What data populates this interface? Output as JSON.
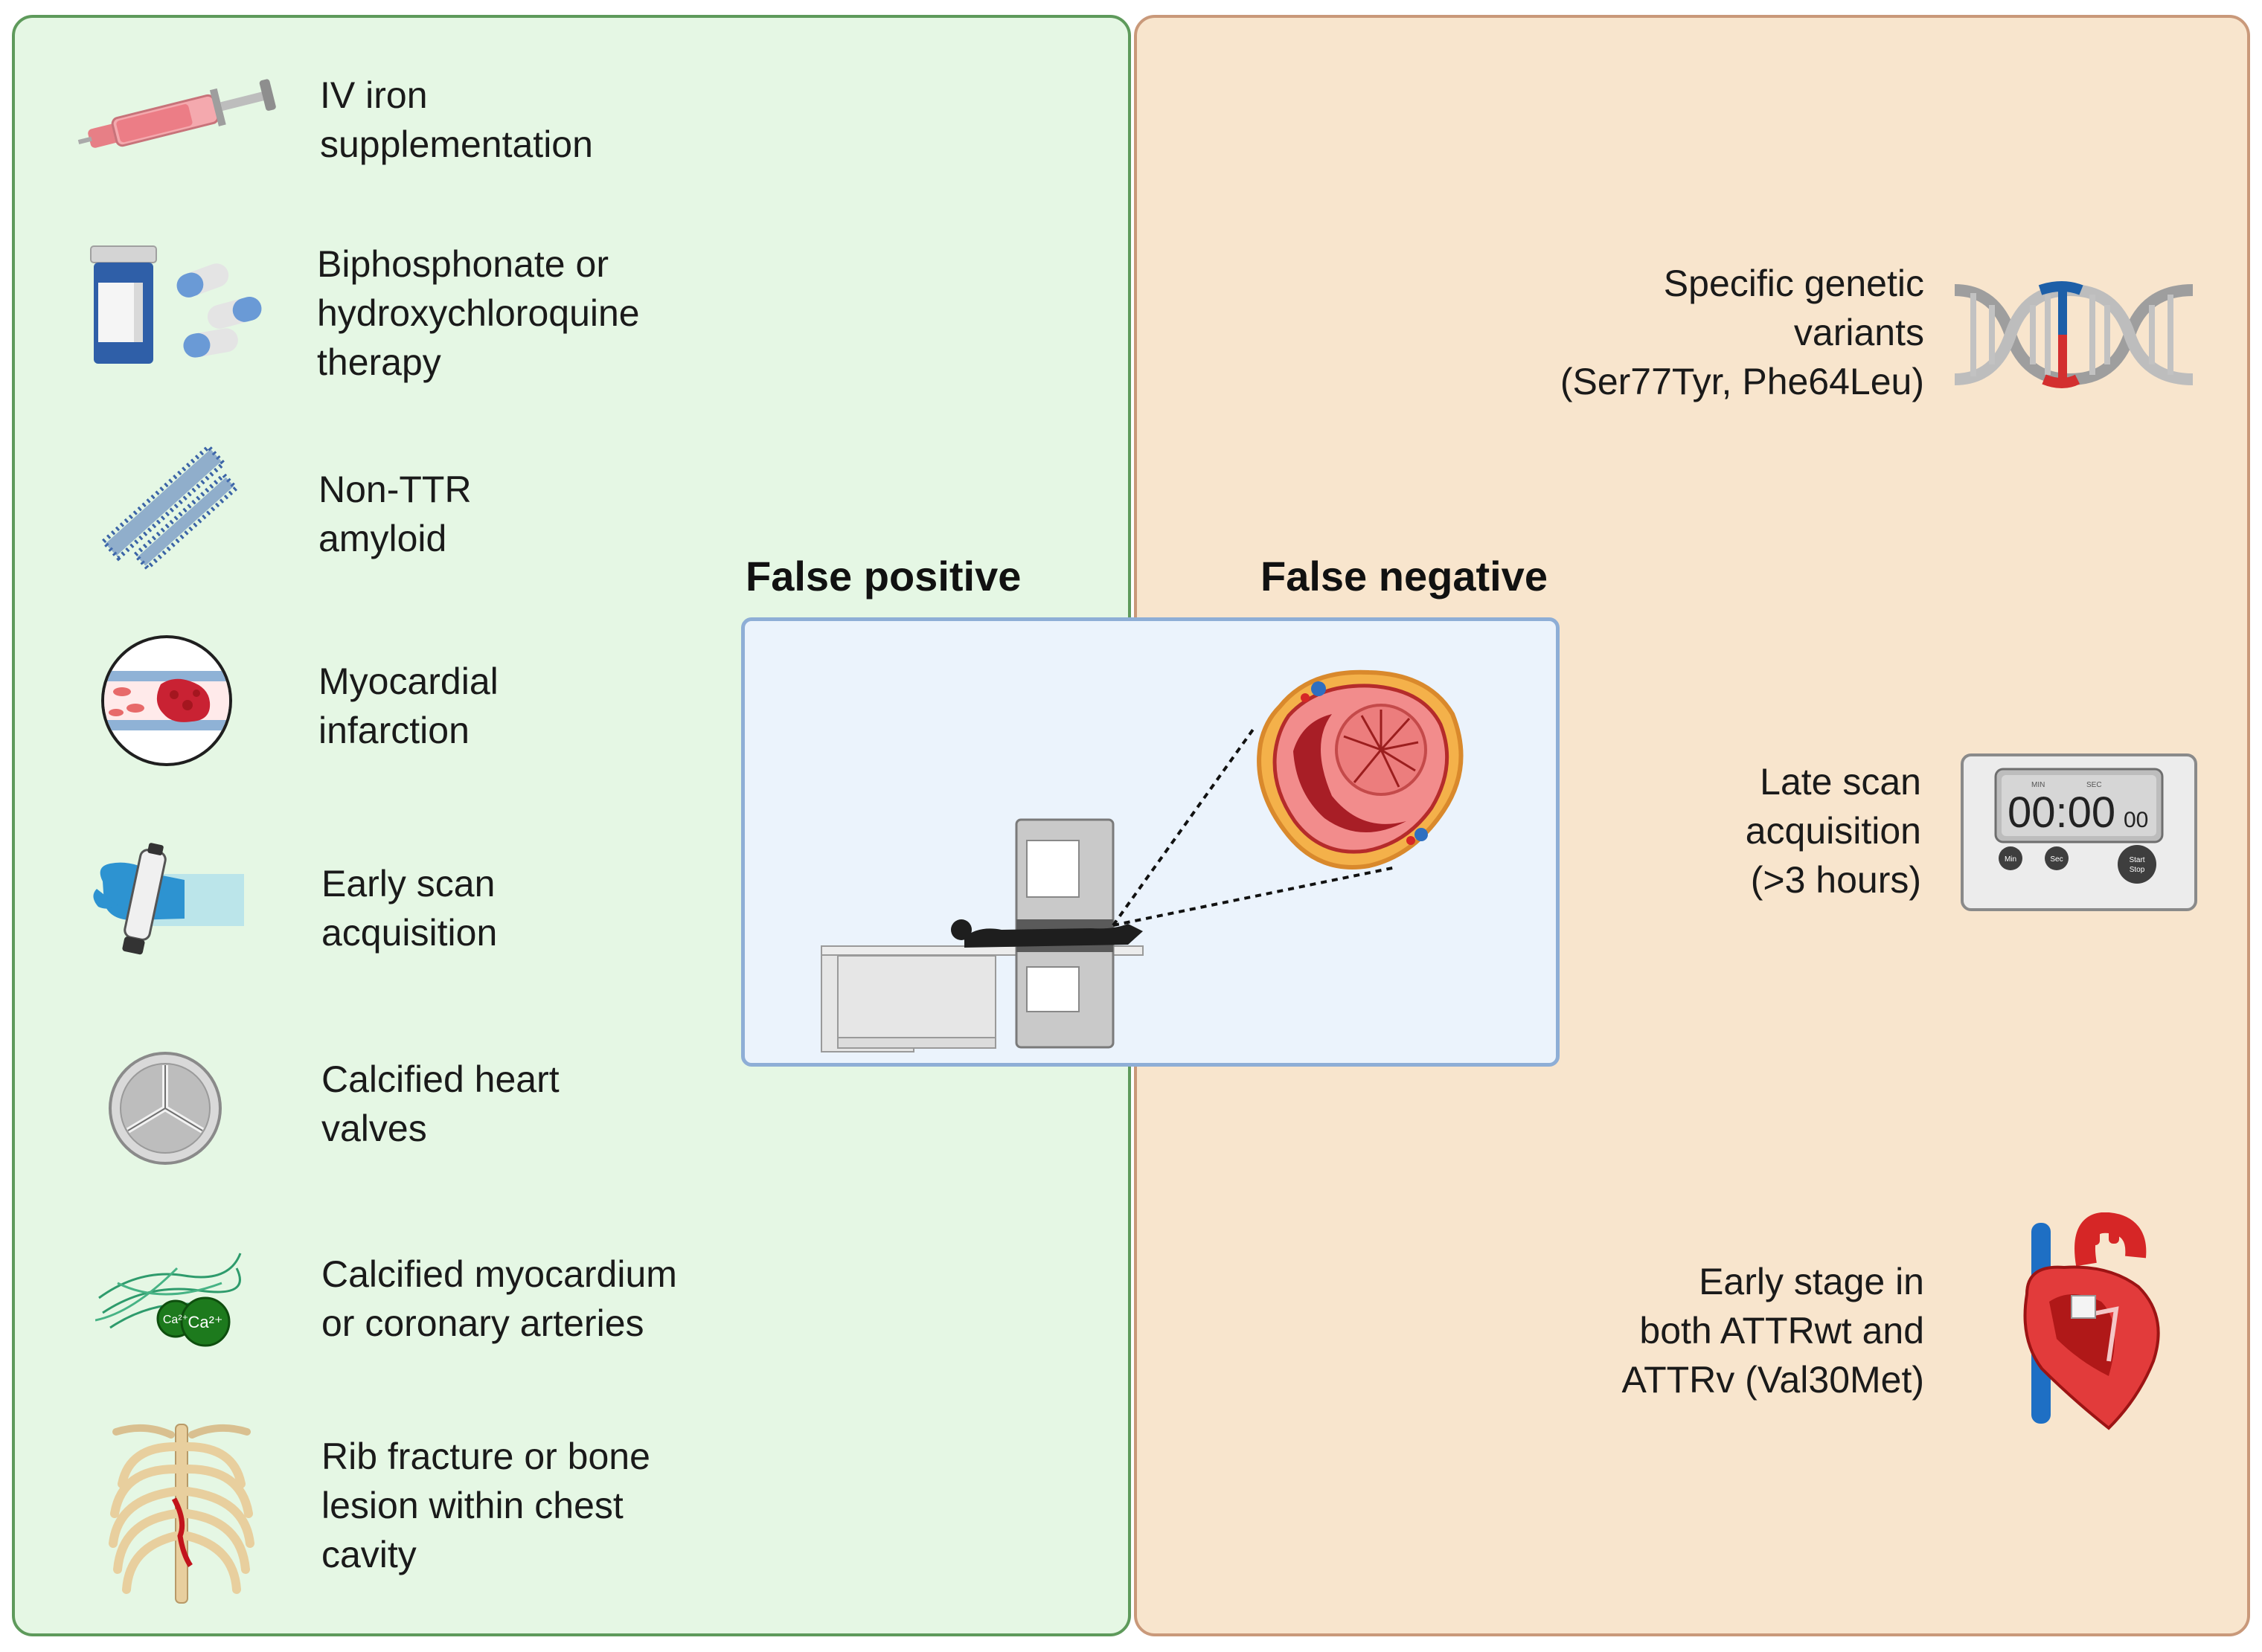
{
  "headings": {
    "false_positive": "False positive",
    "false_negative": "False negative"
  },
  "false_positive_items": [
    {
      "lines": [
        "IV iron",
        "supplementation"
      ],
      "icon": "syringe-icon"
    },
    {
      "lines": [
        "Biphosphonate or",
        "hydroxychloroquine",
        "therapy"
      ],
      "icon": "pill-bottle-icon"
    },
    {
      "lines": [
        "Non-TTR",
        "amyloid"
      ],
      "icon": "amyloid-fibril-icon"
    },
    {
      "lines": [
        "Myocardial",
        "infarction"
      ],
      "icon": "blood-clot-icon"
    },
    {
      "lines": [
        "Early scan",
        "acquisition"
      ],
      "icon": "injection-hand-icon"
    },
    {
      "lines": [
        "Calcified heart",
        "valves"
      ],
      "icon": "heart-valve-icon"
    },
    {
      "lines": [
        "Calcified myocardium",
        "or coronary arteries"
      ],
      "icon": "calcium-icon"
    },
    {
      "lines": [
        "Rib fracture or bone",
        "lesion within chest",
        "cavity"
      ],
      "icon": "ribcage-icon"
    }
  ],
  "false_negative_items": [
    {
      "lines": [
        "Specific genetic",
        "variants",
        "(Ser77Tyr, Phe64Leu)"
      ],
      "icon": "dna-icon"
    },
    {
      "lines": [
        "Late scan",
        "acquisition",
        "(>3 hours)"
      ],
      "icon": "timer-icon"
    },
    {
      "lines": [
        "Early stage in",
        "both ATTRwt and",
        "ATTRv (Val30Met)"
      ],
      "icon": "heart-icon"
    }
  ],
  "timer": {
    "min_label": "MIN",
    "sec_label": "SEC",
    "display": "00:00",
    "display_small": "00",
    "btn_min": "Min",
    "btn_sec": "Sec",
    "btn_start": "Start",
    "btn_stop": "Stop"
  },
  "calcium": {
    "ion_a": "Ca²⁺",
    "ion_b": "Ca²⁺"
  },
  "colors": {
    "left_bg": "#e5f7e4",
    "left_border": "#5e9a5b",
    "right_bg": "#f8e5cd",
    "right_border": "#c9997a",
    "scan_bg": "#ebf3fc",
    "scan_border": "#8eaed6"
  }
}
